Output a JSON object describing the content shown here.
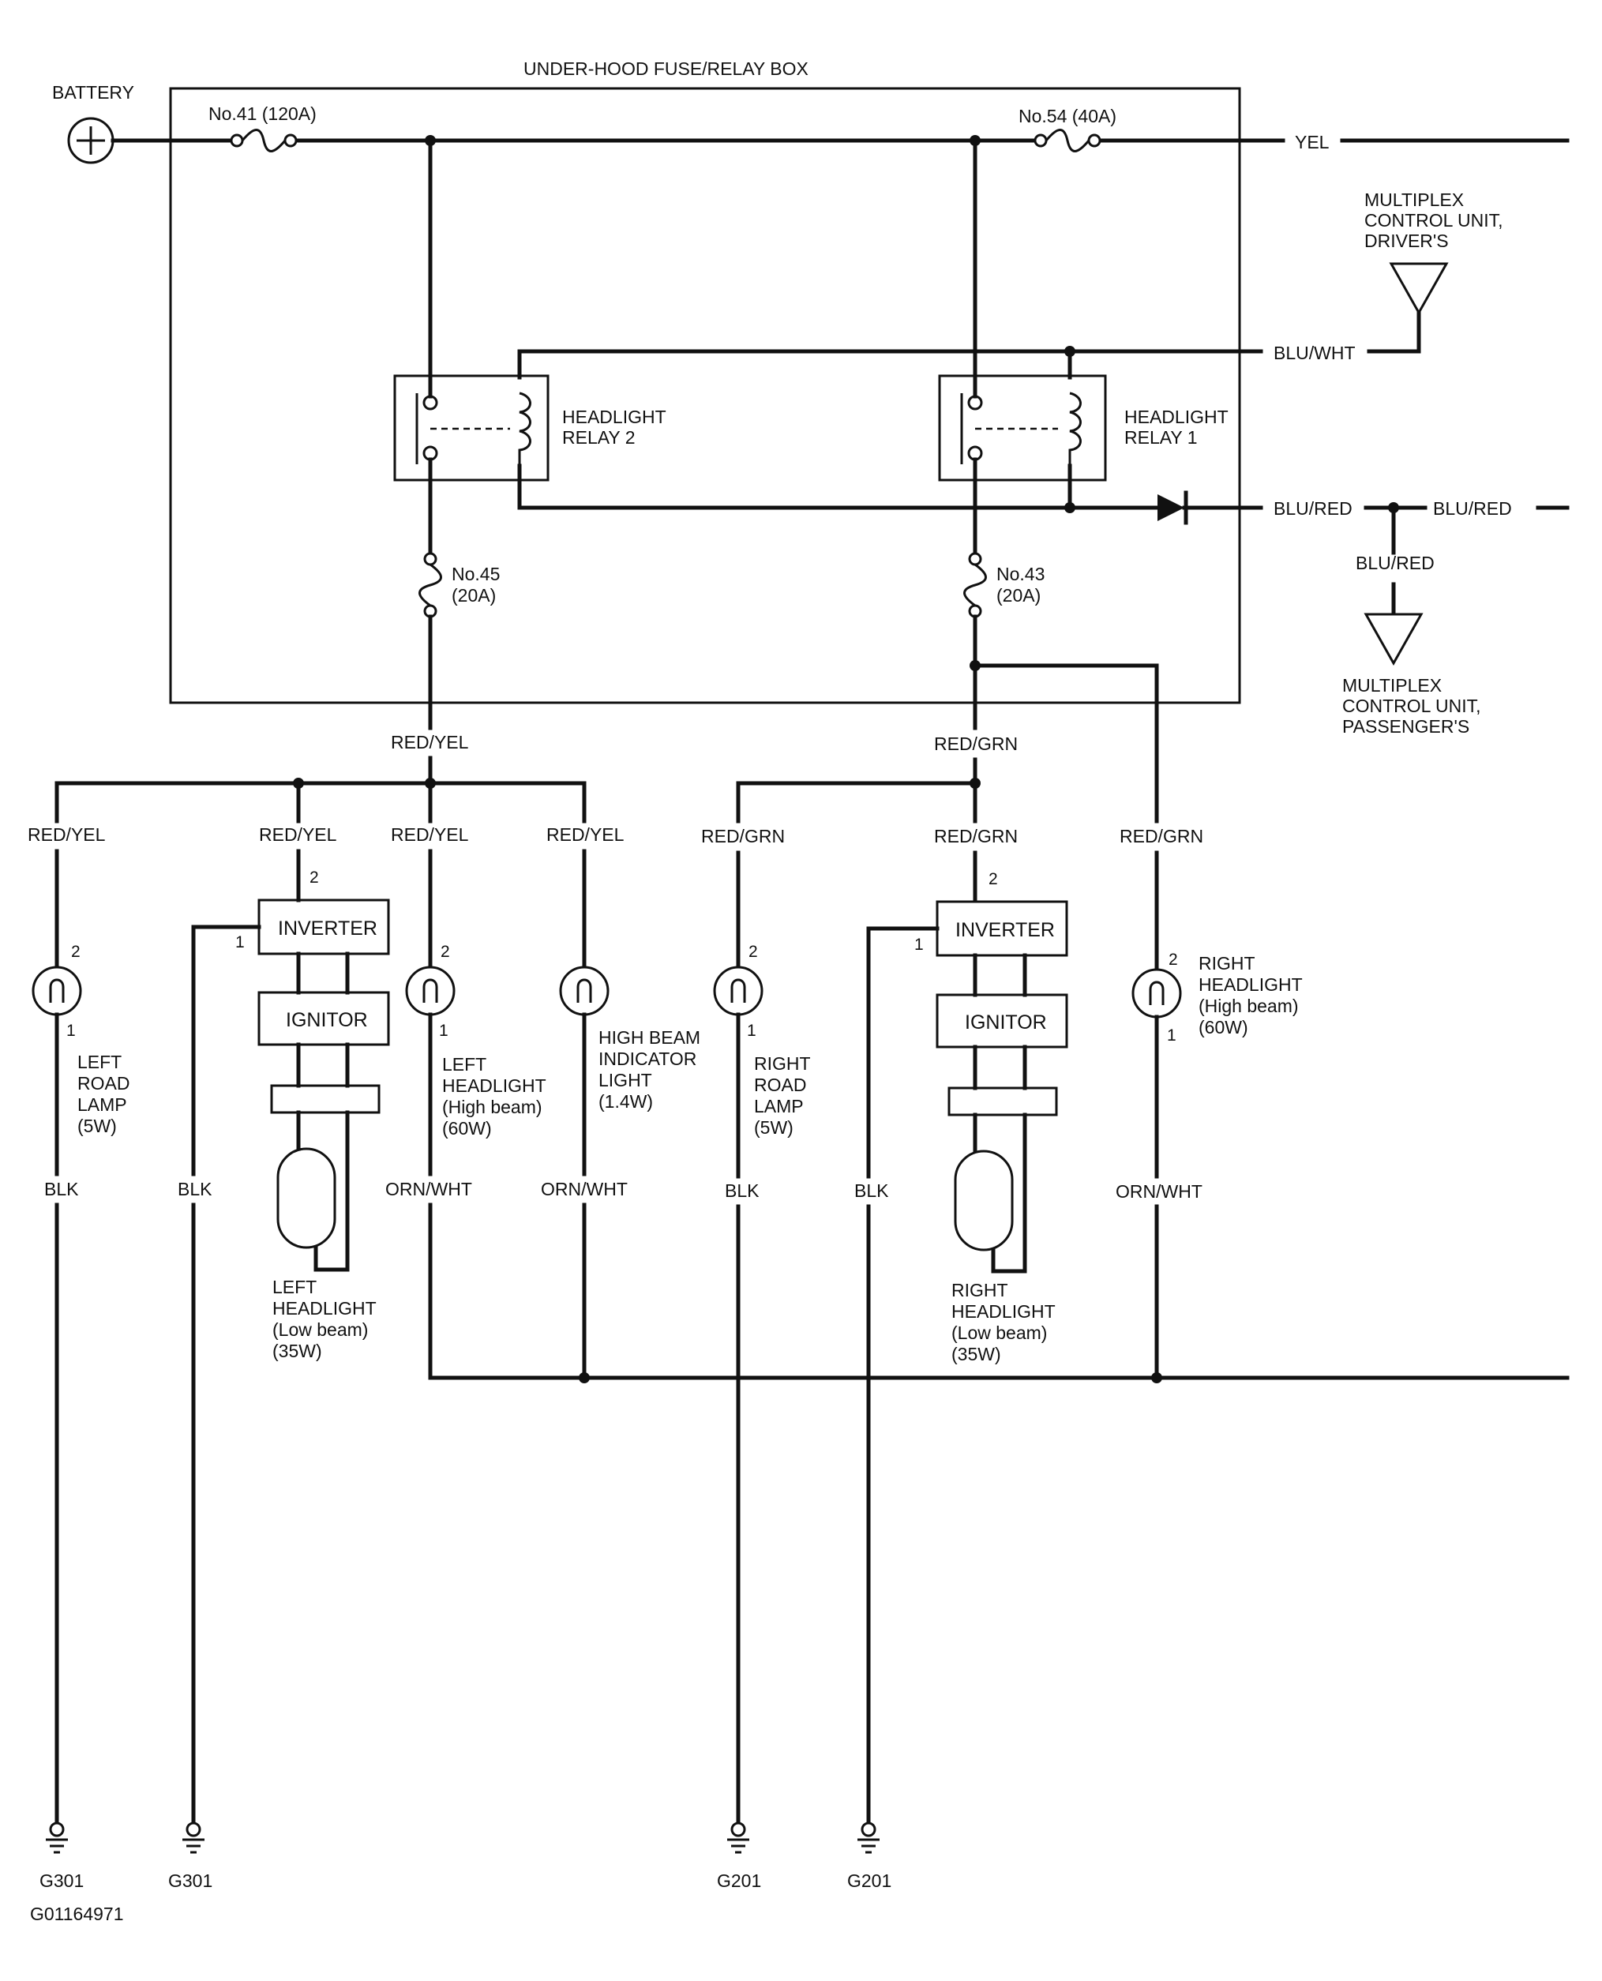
{
  "labels": {
    "title": "UNDER-HOOD FUSE/RELAY BOX",
    "battery": "BATTERY",
    "fuse41": "No.41 (120A)",
    "fuse54": "No.54 (40A)",
    "fuse45_name": "No.45",
    "fuse45_rating": "(20A)",
    "fuse43_name": "No.43",
    "fuse43_rating": "(20A)",
    "yel": "YEL",
    "mcu_driver": [
      "MULTIPLEX",
      "CONTROL UNIT,",
      "DRIVER'S"
    ],
    "mcu_passenger": [
      "MULTIPLEX",
      "CONTROL UNIT,",
      "PASSENGER'S"
    ],
    "blu_wht": "BLU/WHT",
    "blu_red": "BLU/RED",
    "relay2": [
      "HEADLIGHT",
      "RELAY 2"
    ],
    "relay1": [
      "HEADLIGHT",
      "RELAY 1"
    ],
    "red_yel": "RED/YEL",
    "red_grn": "RED/GRN",
    "blk": "BLK",
    "orn_wht": "ORN/WHT",
    "inverter": "INVERTER",
    "ignitor": "IGNITOR",
    "pin1": "1",
    "pin2": "2",
    "left_road_lamp": [
      "LEFT",
      "ROAD",
      "LAMP",
      "(5W)"
    ],
    "left_high": [
      "LEFT",
      "HEADLIGHT",
      "(High beam)",
      "(60W)"
    ],
    "high_beam_indicator": [
      "HIGH BEAM",
      "INDICATOR",
      "LIGHT",
      "(1.4W)"
    ],
    "right_road_lamp": [
      "RIGHT",
      "ROAD",
      "LAMP",
      "(5W)"
    ],
    "right_high": [
      "RIGHT",
      "HEADLIGHT",
      "(High beam)",
      "(60W)"
    ],
    "left_low": [
      "LEFT",
      "HEADLIGHT",
      "(Low beam)",
      "(35W)"
    ],
    "right_low": [
      "RIGHT",
      "HEADLIGHT",
      "(Low beam)",
      "(35W)"
    ],
    "g301": "G301",
    "g201": "G201",
    "figure_id": "G01164971"
  }
}
